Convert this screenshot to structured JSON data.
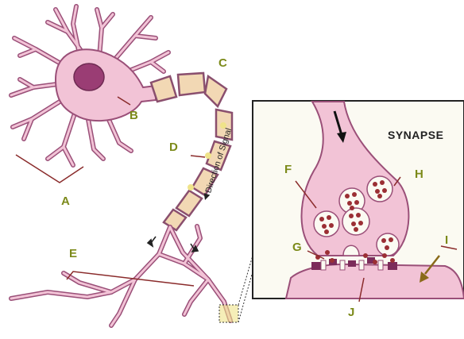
{
  "labels": {
    "a": "A",
    "b": "B",
    "c": "C",
    "d": "D",
    "e": "E",
    "f": "F",
    "g": "G",
    "h": "H",
    "i": "I",
    "j": "J"
  },
  "synapse_title": "SYNAPSE",
  "axon_note": "Direction of Signal",
  "colors": {
    "cell_fill": "#f2c3d6",
    "cell_stroke": "#9a4f78",
    "nucleus": "#9a3d74",
    "myelin_fill": "#f2d8b4",
    "myelin_stroke": "#8a4f6e",
    "node_yellow": "#efe389",
    "vesicle_dot": "#9b2f34",
    "label_color": "#7c8a1a",
    "leader_line": "#8a2b2b",
    "inset_bg": "#fbfaf2"
  },
  "icons": [
    "arrow-down-icon",
    "arrow-left-icon",
    "arrow-diagonal-icon"
  ]
}
